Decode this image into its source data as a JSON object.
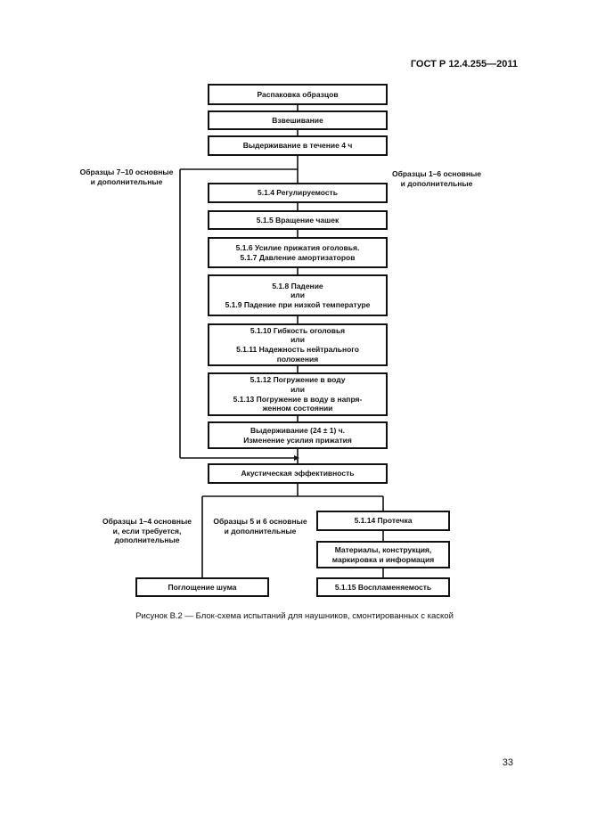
{
  "header": {
    "standard": "ГОСТ Р 12.4.255—2011"
  },
  "flowchart": {
    "unpacking": "Распаковка образцов",
    "weighing": "Взвешивание",
    "hold_4h": "Выдерживание в течение 4 ч",
    "left_branch_label": [
      "Образцы 7–10 основные",
      "и дополнительные"
    ],
    "right_branch_label": [
      "Образцы 1–6 основные",
      "и дополнительные"
    ],
    "adjustability": "5.1.4 Регулируемость",
    "cup_rotation": "5.1.5 Вращение чашек",
    "headband_force": [
      "5.1.6 Усилие прижатия оголовья.",
      "5.1.7 Давление амортизаторов"
    ],
    "drop": [
      "5.1.8 Падение",
      "или",
      "5.1.9 Падение при низкой температуре"
    ],
    "flexibility": [
      "5.1.10 Гибкость оголовья",
      "или",
      "5.1.11 Надежность нейтрального",
      "положения"
    ],
    "immersion": [
      "5.1.12 Погружение в воду",
      "или",
      "5.1.13 Погружение в воду в напря-",
      "женном состоянии"
    ],
    "hold_24h": [
      "Выдерживание (24 ± 1) ч.",
      "Изменение усилия прижатия"
    ],
    "acoustic": "Акустическая эффективность",
    "samples_1_4": [
      "Образцы 1–4 основные",
      "и, если требуется,",
      "дополнительные"
    ],
    "samples_5_6": [
      "Образцы 5 и 6 основные",
      "и дополнительные"
    ],
    "leakage": "5.1.14 Протечка",
    "materials": [
      "Материалы, конструкция,",
      "маркировка и информация"
    ],
    "noise_absorption": "Поглощение шума",
    "flammability": "5.1.15 Воспламеняемость"
  },
  "caption": "Рисунок В.2 — Блок-схема испытаний для наушников, смонтированных с каской",
  "page_number": "33"
}
